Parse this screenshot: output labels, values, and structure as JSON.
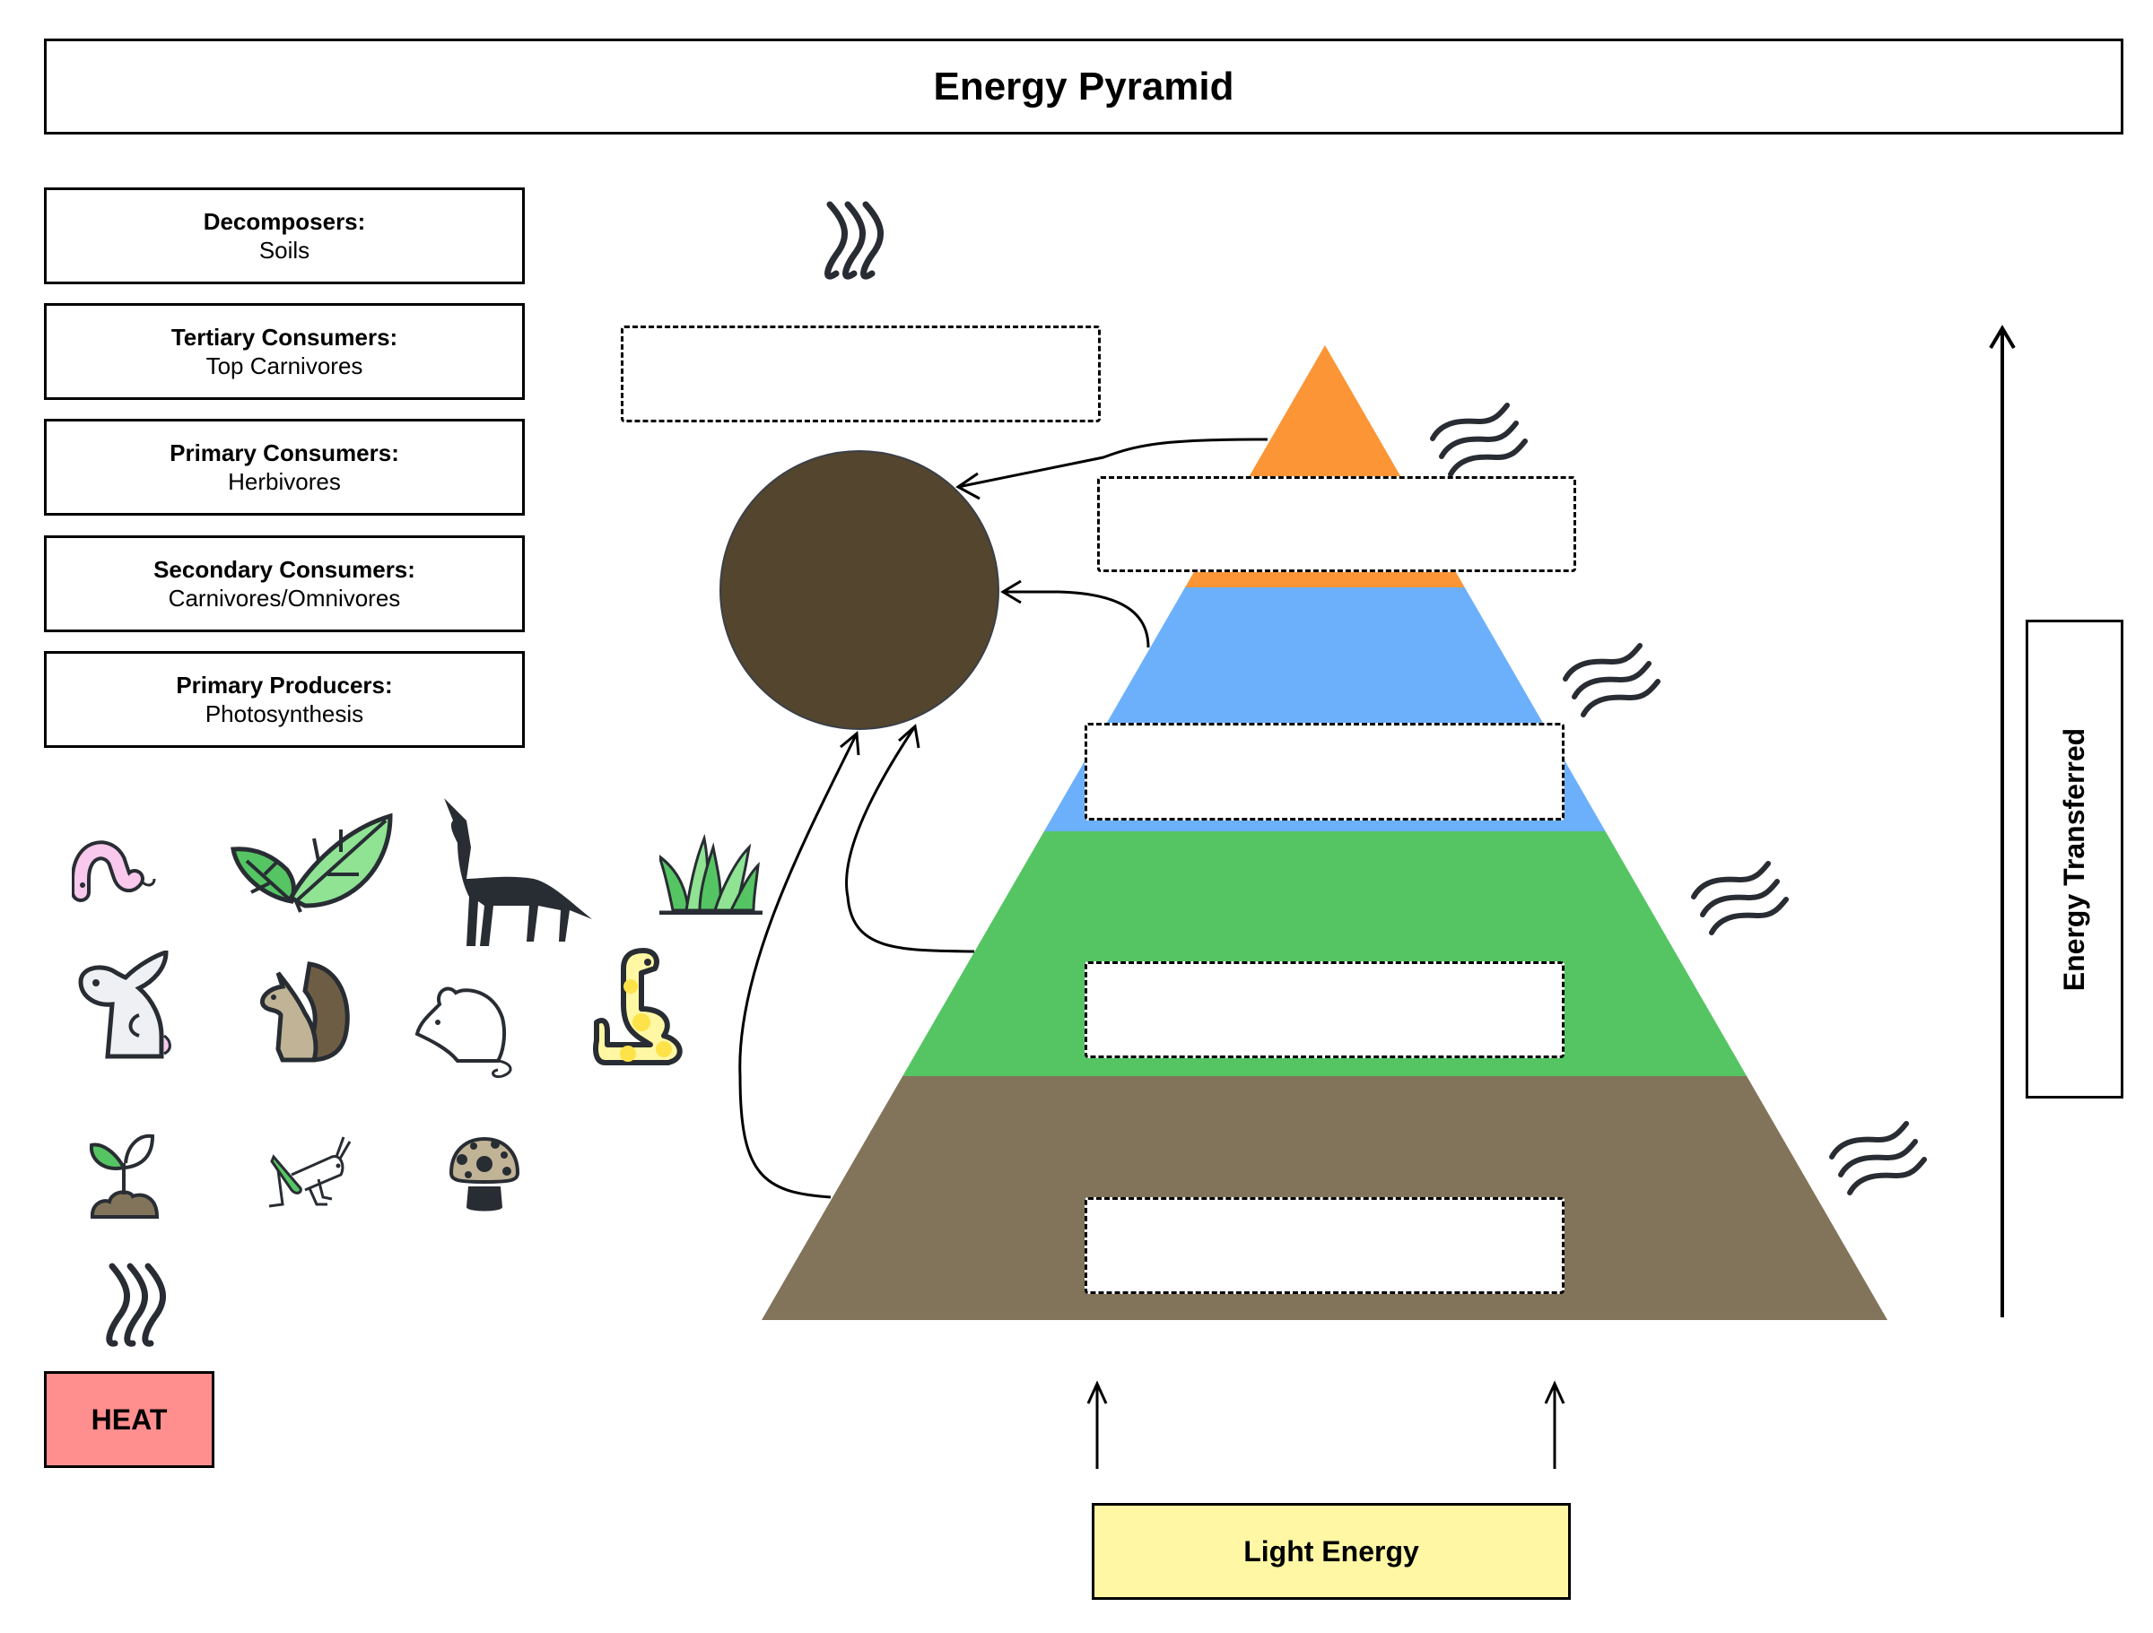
{
  "title": "Energy Pyramid",
  "legend_boxes": [
    {
      "title": "Decomposers:",
      "subtitle": "Soils"
    },
    {
      "title": "Tertiary Consumers:",
      "subtitle": "Top Carnivores"
    },
    {
      "title": "Primary Consumers:",
      "subtitle": "Herbivores"
    },
    {
      "title": "Secondary Consumers:",
      "subtitle": "Carnivores/Omnivores"
    },
    {
      "title": "Primary Producers:",
      "subtitle": "Photosynthesis"
    }
  ],
  "pyramid": {
    "levels": [
      {
        "name": "tertiary",
        "color": "#fb9535",
        "answer_box": ""
      },
      {
        "name": "secondary",
        "color": "#6cb0fc",
        "answer_box": ""
      },
      {
        "name": "primary",
        "color": "#55c563",
        "answer_box": ""
      },
      {
        "name": "producers",
        "color": "#82745a",
        "answer_box": ""
      }
    ],
    "decomposer_circle_color": "#53452e",
    "decomposer_answer_box": ""
  },
  "icons": [
    {
      "name": "worm-icon"
    },
    {
      "name": "leaves-icon"
    },
    {
      "name": "wolf-icon"
    },
    {
      "name": "grass-icon"
    },
    {
      "name": "rabbit-icon"
    },
    {
      "name": "squirrel-icon"
    },
    {
      "name": "mouse-icon"
    },
    {
      "name": "snake-icon"
    },
    {
      "name": "sprout-icon"
    },
    {
      "name": "grasshopper-icon"
    },
    {
      "name": "mushroom-icon"
    }
  ],
  "heat_label": "HEAT",
  "light_energy_label": "Light Energy",
  "energy_transferred_label": "Energy Transferred",
  "colors": {
    "heat": "#ff8f8f",
    "light": "#fff7a3",
    "heat_wave": "#282d33"
  }
}
